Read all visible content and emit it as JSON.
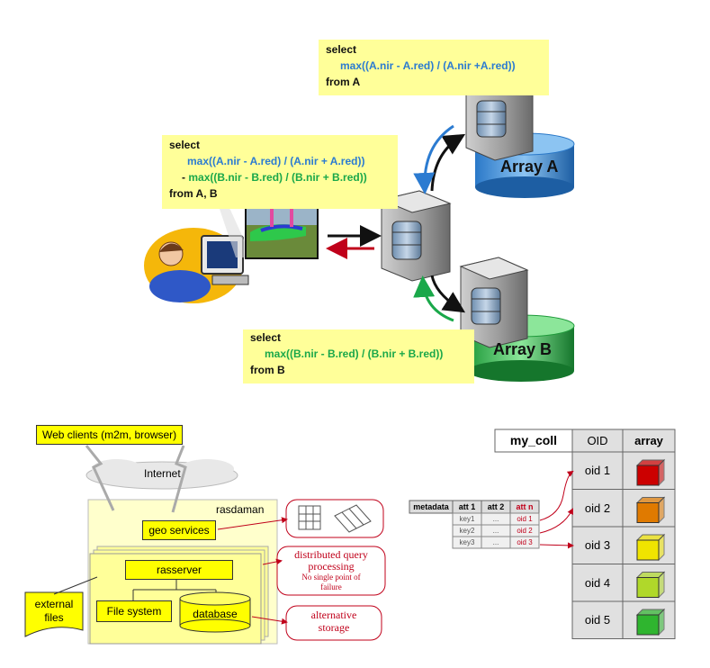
{
  "top": {
    "query_a": {
      "line1": "select",
      "line2": "max((A.nir - A.red) / (A.nir +A.red))",
      "line3": "from A"
    },
    "query_ab": {
      "line1": "select",
      "line2": "max((A.nir - A.red) / (A.nir + A.red))",
      "line3_prefix": "- ",
      "line3": "max((B.nir - B.red) / (B.nir + B.red))",
      "line4": "from A, B"
    },
    "query_b": {
      "line1": "select",
      "line2": "max((B.nir - B.red) / (B.nir + B.red))",
      "line3": "from B"
    },
    "array_a_label": "Array A",
    "array_b_label": "Array B",
    "colors": {
      "query_bg": "#ffff99",
      "blue": "#2b7bd1",
      "green": "#1aa84a",
      "red_arrow": "#c0001a"
    }
  },
  "architecture": {
    "web_clients": "Web clients (m2m, browser)",
    "internet": "Internet",
    "rasdaman": "rasdaman",
    "geo_services": "geo services",
    "rasserver": "rasserver",
    "file_system": "File system",
    "database": "database",
    "external_files": [
      "external",
      "files"
    ],
    "distributed": [
      "distributed query",
      "processing"
    ],
    "no_spof": [
      "No single point of",
      "failure"
    ],
    "alternative_storage": [
      "alternative",
      "storage"
    ]
  },
  "collection": {
    "name": "my_coll",
    "oid_header": "OID",
    "array_header": "array",
    "oids": [
      "oid 1",
      "oid 2",
      "oid 3",
      "oid 4",
      "oid 5"
    ],
    "cube_colors": [
      "#cc0000",
      "#e07a00",
      "#f0e400",
      "#b0d82a",
      "#2fb52f"
    ],
    "metadata_label": "metadata",
    "meta_headers": [
      "att 1",
      "att 2",
      "att n"
    ],
    "meta_rows": [
      [
        "key1",
        "...",
        "oid 1"
      ],
      [
        "key2",
        "...",
        "oid 2"
      ],
      [
        "key3",
        "...",
        "oid 3"
      ]
    ]
  }
}
